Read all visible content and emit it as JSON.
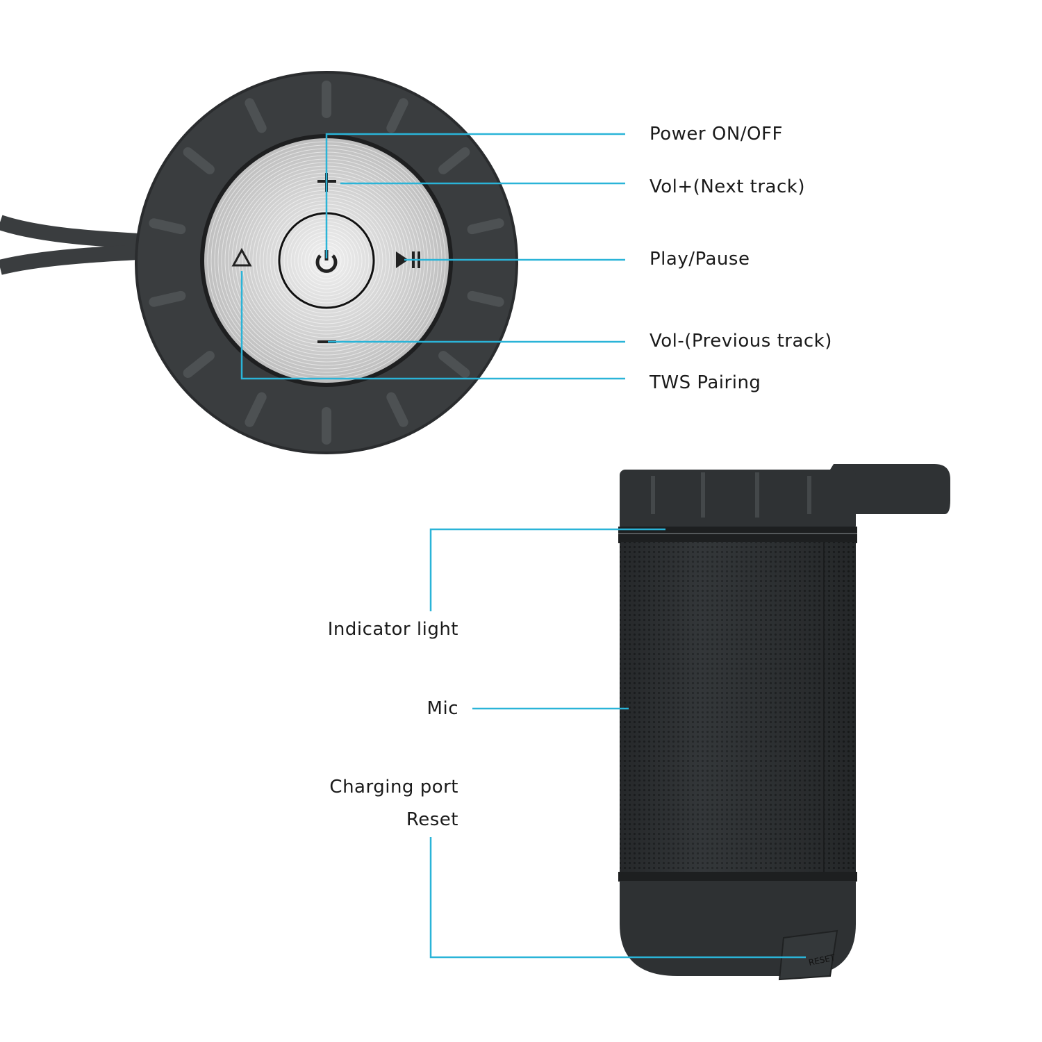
{
  "colors": {
    "leader_line": "#2ab4d8",
    "rubber": "#3a3d3f",
    "silver": "#d8d8d8",
    "body": "#2b2e30"
  },
  "top_view": {
    "labels": {
      "power": "Power ON/OFF",
      "vol_up": "Vol+(Next track)",
      "play_pause": "Play/Pause",
      "vol_down": "Vol-(Previous track)",
      "tws": "TWS Pairing"
    },
    "icons": [
      "power-icon",
      "plus-icon",
      "play-pause-icon",
      "minus-icon",
      "triangle-icon"
    ]
  },
  "side_view": {
    "labels": {
      "indicator": "Indicator light",
      "mic": "Mic",
      "charging": "Charging port",
      "reset": "Reset"
    },
    "port_text": "RESET"
  }
}
